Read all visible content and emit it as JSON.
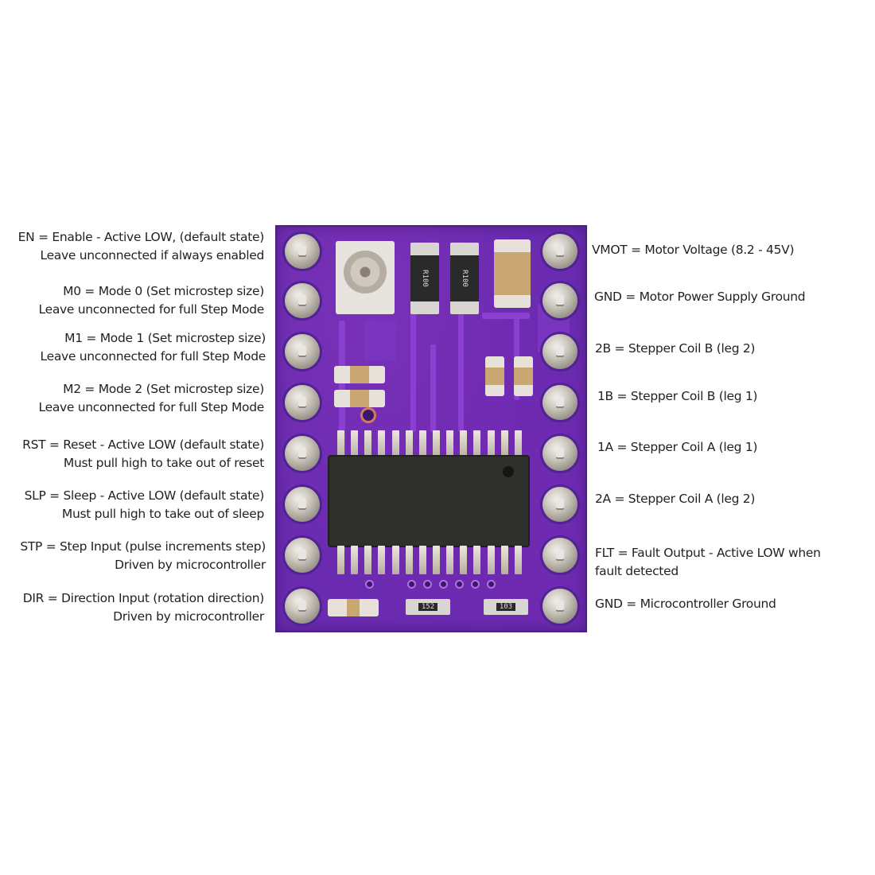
{
  "diagram": {
    "subject": "Stepper motor driver breakout board pinout",
    "colors": {
      "pcb": "#6a2bb0",
      "pad": "#cfcac0",
      "chip": "#2f2f2b",
      "text": "#231f20",
      "background": "#ffffff"
    },
    "left_pins": [
      {
        "pin": "EN",
        "line1": "EN = Enable - Active LOW, (default state)",
        "line2": "Leave unconnected if always enabled"
      },
      {
        "pin": "M0",
        "line1": "M0 = Mode 0 (Set microstep size)",
        "line2": "Leave unconnected for full Step Mode"
      },
      {
        "pin": "M1",
        "line1": "M1 = Mode 1 (Set microstep size)",
        "line2": "Leave unconnected for full Step Mode"
      },
      {
        "pin": "M2",
        "line1": "M2 = Mode 2 (Set microstep size)",
        "line2": "Leave unconnected for full Step Mode"
      },
      {
        "pin": "RST",
        "line1": "RST = Reset - Active LOW (default state)",
        "line2": "Must pull high to take out of reset"
      },
      {
        "pin": "SLP",
        "line1": "SLP = Sleep - Active LOW (default state)",
        "line2": "Must pull high to take out of sleep"
      },
      {
        "pin": "STP",
        "line1": "STP = Step Input (pulse increments step)",
        "line2": "Driven by microcontroller"
      },
      {
        "pin": "DIR",
        "line1": "DIR = Direction Input (rotation direction)",
        "line2": "Driven by microcontroller"
      }
    ],
    "right_pins": [
      {
        "pin": "VMOT",
        "line1": "VMOT = Motor Voltage (8.2 - 45V)",
        "line2": ""
      },
      {
        "pin": "GND",
        "line1": "GND = Motor Power Supply Ground",
        "line2": ""
      },
      {
        "pin": "2B",
        "line1": "2B = Stepper Coil B (leg 2)",
        "line2": ""
      },
      {
        "pin": "1B",
        "line1": "1B = Stepper Coil B (leg 1)",
        "line2": ""
      },
      {
        "pin": "1A",
        "line1": "1A = Stepper Coil A (leg 1)",
        "line2": ""
      },
      {
        "pin": "2A",
        "line1": "2A = Stepper Coil A (leg 2)",
        "line2": ""
      },
      {
        "pin": "FLT",
        "line1": "FLT = Fault Output - Active LOW when",
        "line2": "fault detected"
      },
      {
        "pin": "GND",
        "line1": "GND = Microcontroller Ground",
        "line2": ""
      }
    ],
    "component_markings": {
      "resistor_1": "R100",
      "resistor_2": "R100",
      "bottom_1": "152",
      "bottom_2": "103"
    }
  }
}
